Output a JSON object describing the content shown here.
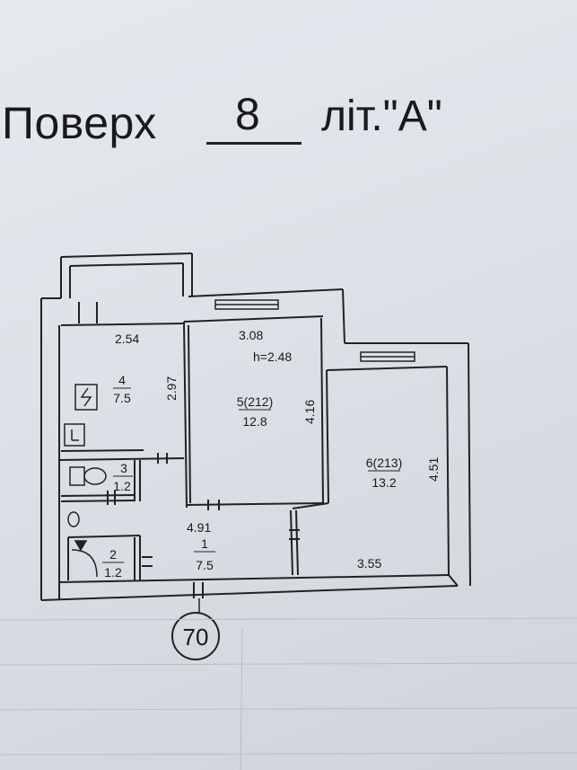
{
  "header": {
    "floor_word": "Поверх",
    "floor_number": "8",
    "letter": "літ.\"А\""
  },
  "plan": {
    "dims": {
      "d_254": "2.54",
      "d_297": "2.97",
      "d_308": "3.08",
      "height": "h=2.48",
      "d_416": "4.16",
      "d_451": "4.51",
      "d_491": "4.91",
      "d_355": "3.55"
    },
    "rooms": {
      "room_4": {
        "number": "4",
        "area": "7.5"
      },
      "room_5": {
        "number": "5(212)",
        "area": "12.8"
      },
      "room_6": {
        "number": "6(213)",
        "area": "13.2"
      },
      "room_3": {
        "number": "3",
        "area": "1.2"
      },
      "room_2": {
        "number": "2",
        "area": "1.2"
      },
      "room_1": {
        "number": "1",
        "area": "7.5"
      }
    },
    "apartment_number": "70"
  }
}
